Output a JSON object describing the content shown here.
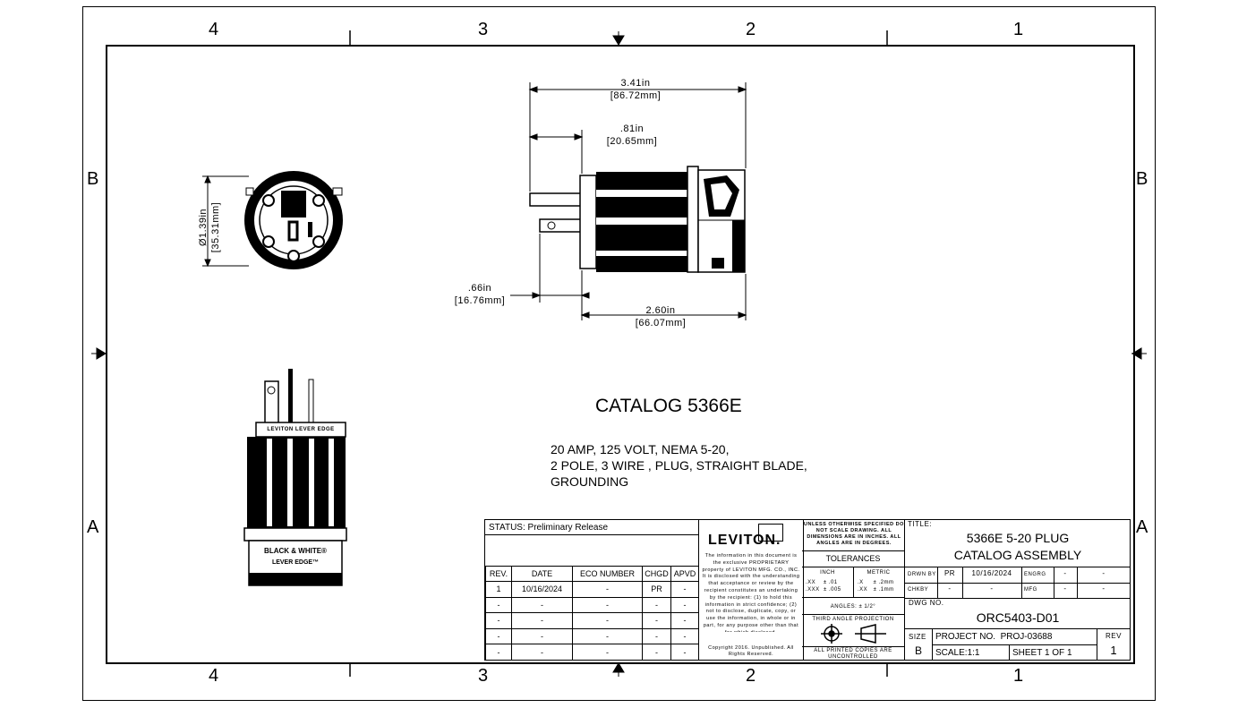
{
  "zones": {
    "top": [
      "4",
      "3",
      "2",
      "1"
    ],
    "bottom": [
      "4",
      "3",
      "2",
      "1"
    ],
    "left": [
      "B",
      "A"
    ],
    "right": [
      "B",
      "A"
    ]
  },
  "dims": {
    "overall": {
      "in": "3.41in",
      "mm": "[86.72mm]"
    },
    "blade": {
      "in": ".81in",
      "mm": "[20.65mm]"
    },
    "body": {
      "in": "2.60in",
      "mm": "[66.07mm]"
    },
    "offset": {
      "in": ".66in",
      "mm": "[16.76mm]"
    },
    "diameter": {
      "in": "Ø1.39in",
      "mm": "[35.31mm]"
    }
  },
  "product": {
    "catalog": "CATALOG 5366E",
    "desc1": "20 AMP, 125 VOLT, NEMA 5-20,",
    "desc2": "2 POLE, 3 WIRE , PLUG, STRAIGHT BLADE,",
    "desc3": "GROUNDING",
    "band_text": "LEVITON LEVER EDGE",
    "label1": "BLACK & WHITE®",
    "label2": "LEVER EDGE™"
  },
  "titleblock": {
    "status_label": "STATUS:",
    "status_value": "Preliminary Release",
    "rev_headers": [
      "REV.",
      "DATE",
      "ECO NUMBER",
      "CHGD",
      "APVD"
    ],
    "rev_rows": [
      [
        "1",
        "10/16/2024",
        "-",
        "PR",
        "-"
      ],
      [
        "-",
        "-",
        "-",
        "-",
        "-"
      ],
      [
        "-",
        "-",
        "-",
        "-",
        "-"
      ],
      [
        "-",
        "-",
        "-",
        "-",
        "-"
      ],
      [
        "-",
        "-",
        "-",
        "-",
        "-"
      ]
    ],
    "logo": "LEVITON.",
    "proprietary": "The information in this document is the exclusive PROPRIETARY property of LEVITON MFG. CO., INC. It is disclosed with the understanding that acceptance or review by the recipient constitutes an undertaking by the recipient: (1) to hold this information in strict confidence; (2) not to disclose, duplicate, copy, or use the information, in whole or in part, for any purpose other than that for which disclosed.",
    "copyright": "Copyright 2016. Unpublished. All Rights Reserved.",
    "unless": "UNLESS OTHERWISE SPECIFIED DO NOT SCALE DRAWING. ALL DIMENSIONS ARE IN INCHES. ALL ANGLES ARE IN DEGREES.",
    "tolerances": "TOLERANCES",
    "inch": "INCH",
    "metric": "METRIC",
    "inch_tol1": ".XX    ± .01",
    "inch_tol2": ".XXX  ± .005",
    "metric_tol1": ".X     ± .2mm",
    "metric_tol2": ".XX   ± .1mm",
    "angles": "ANGLES: ± 1/2°",
    "projection": "THIRD ANGLE PROJECTION",
    "printed": "ALL PRINTED COPIES ARE UNCONTROLLED",
    "title_label": "TITLE:",
    "title1": "5366E 5-20 PLUG",
    "title2": "CATALOG ASSEMBLY",
    "drwn_by": "DRWN BY",
    "drwn_val": "PR",
    "drwn_date": "10/16/2024",
    "engrg": "ENGRG",
    "engrg_val": "-",
    "engrg_date": "-",
    "chkby": "CHKBY",
    "chk_val": "-",
    "chk_date": "-",
    "mfg": "MFG",
    "mfg_val": "-",
    "mfg_date": "-",
    "dwg_label": "DWG NO.",
    "dwg_no": "ORC5403-D01",
    "size_label": "SIZE",
    "size": "B",
    "project": "PROJECT NO.  PROJ-03688",
    "rev_label": "REV",
    "rev": "1",
    "scale": "SCALE:1:1",
    "sheet": "SHEET 1 OF 1"
  }
}
